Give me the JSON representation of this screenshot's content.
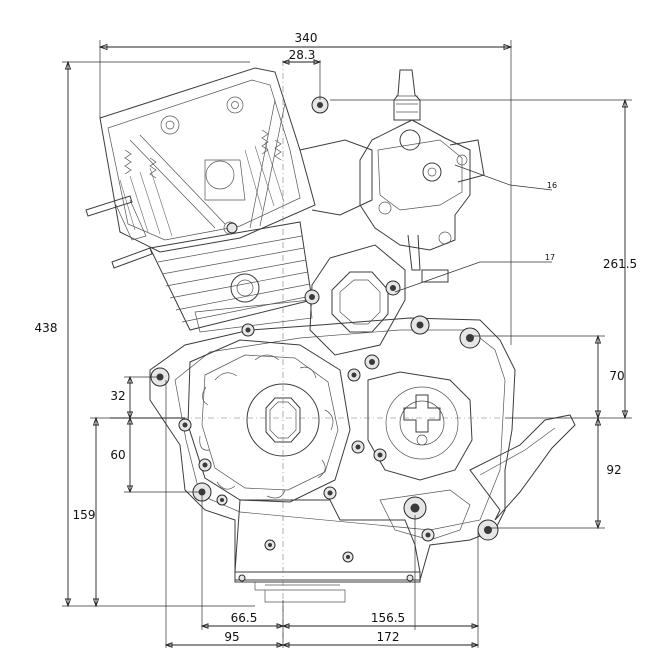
{
  "drawing": {
    "dimensions": {
      "overall_width": "340",
      "offset_top": "28.3",
      "overall_height": "438",
      "carb_height": "261.5",
      "mount_70": "70",
      "mount_92": "92",
      "left_32": "32",
      "left_60": "60",
      "left_159": "159",
      "bottom_66_5": "66.5",
      "bottom_156_5": "156.5",
      "bottom_95": "95",
      "bottom_172": "172"
    },
    "callouts": {
      "part_16": "16",
      "part_17": "17"
    }
  }
}
